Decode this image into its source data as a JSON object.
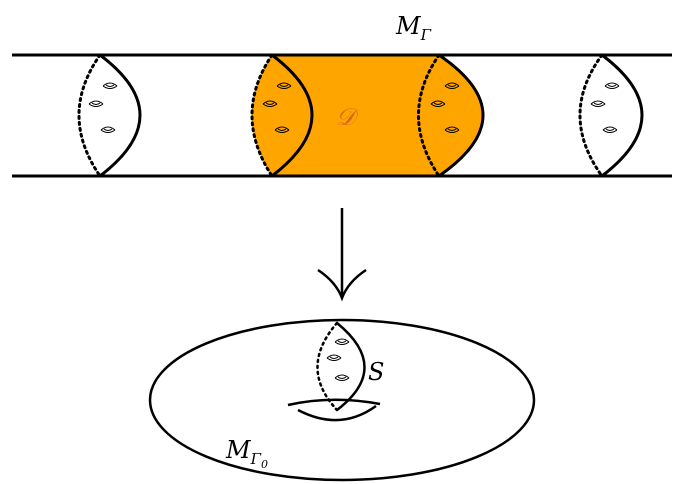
{
  "labels": {
    "top_manifold": {
      "base": "M",
      "sub": "Γ"
    },
    "domain": "𝒟",
    "surface": "S",
    "bottom_manifold": {
      "base": "M",
      "sub": "Γ",
      "subsub": "0"
    }
  },
  "colors": {
    "domain_fill": "#FFA500",
    "domain_label": "#D2691E",
    "ink": "#000000"
  }
}
